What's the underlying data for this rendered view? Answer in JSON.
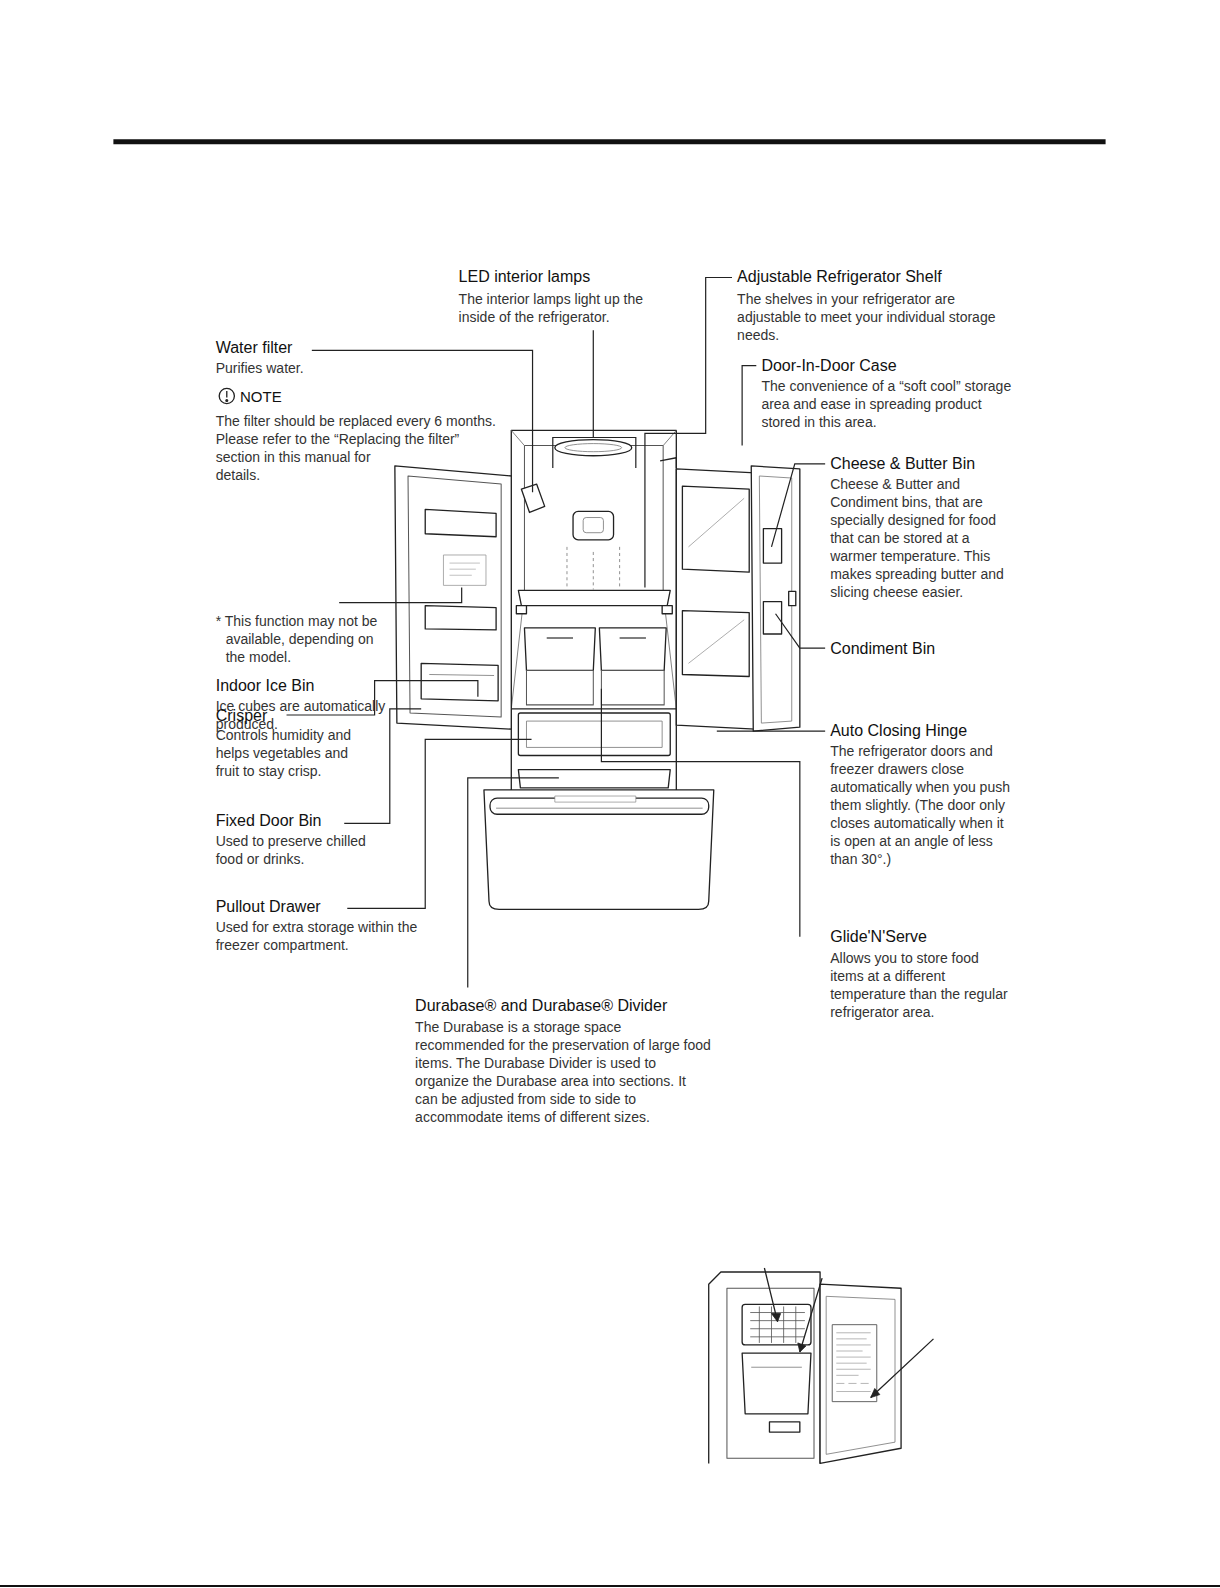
{
  "diagram": {
    "labels": [
      "LED interior lamps",
      "The interior lamps light up the inside of the refrigerator.",
      "Adjustable Refrigerator Shelf",
      "The shelves in your refrigerator are adjustable to meet your individual storage needs.",
      "Water filter",
      "Purifies water.",
      "NOTE",
      "The filter should be replaced every 6 months. Please refer to the “Replacing the filter” section in this manual for details.",
      "* This function may not be available, depending on the model.",
      "Door-In-Door Case",
      "The convenience of a “soft cool” storage area and ease in spreading product stored in this area.",
      "Cheese & Butter Bin",
      "Cheese & Butter and Condiment bins, that are specially designed for food that can be stored at a warmer temperature. This makes spreading butter and slicing cheese easier.",
      "Indoor Ice Bin",
      "Ice cubes are automatically produced.",
      "Condiment Bin",
      "Crisper",
      "Controls humidity and helps vegetables and fruit to stay crisp.",
      "Auto Closing Hinge",
      "The refrigerator doors and freezer drawers close automatically when you push them slightly. (The door only closes automatically when it is open at an angle of less than 30°.)",
      "Fixed Door Bin",
      "Used to preserve chilled food or drinks.",
      "Pullout Drawer",
      "Used for extra storage within the freezer compartment.",
      "Glide'N'Serve",
      "Allows you to store food items at a different temperature than the regular refrigerator area.",
      "Durabase® and Durabase® Divider",
      "The Durabase is a storage space recommended for the preservation of large food items. The Durabase Divider is used to organize the Durabase area into sections. It can be adjusted from side to side to accommodate items of different sizes."
    ]
  }
}
